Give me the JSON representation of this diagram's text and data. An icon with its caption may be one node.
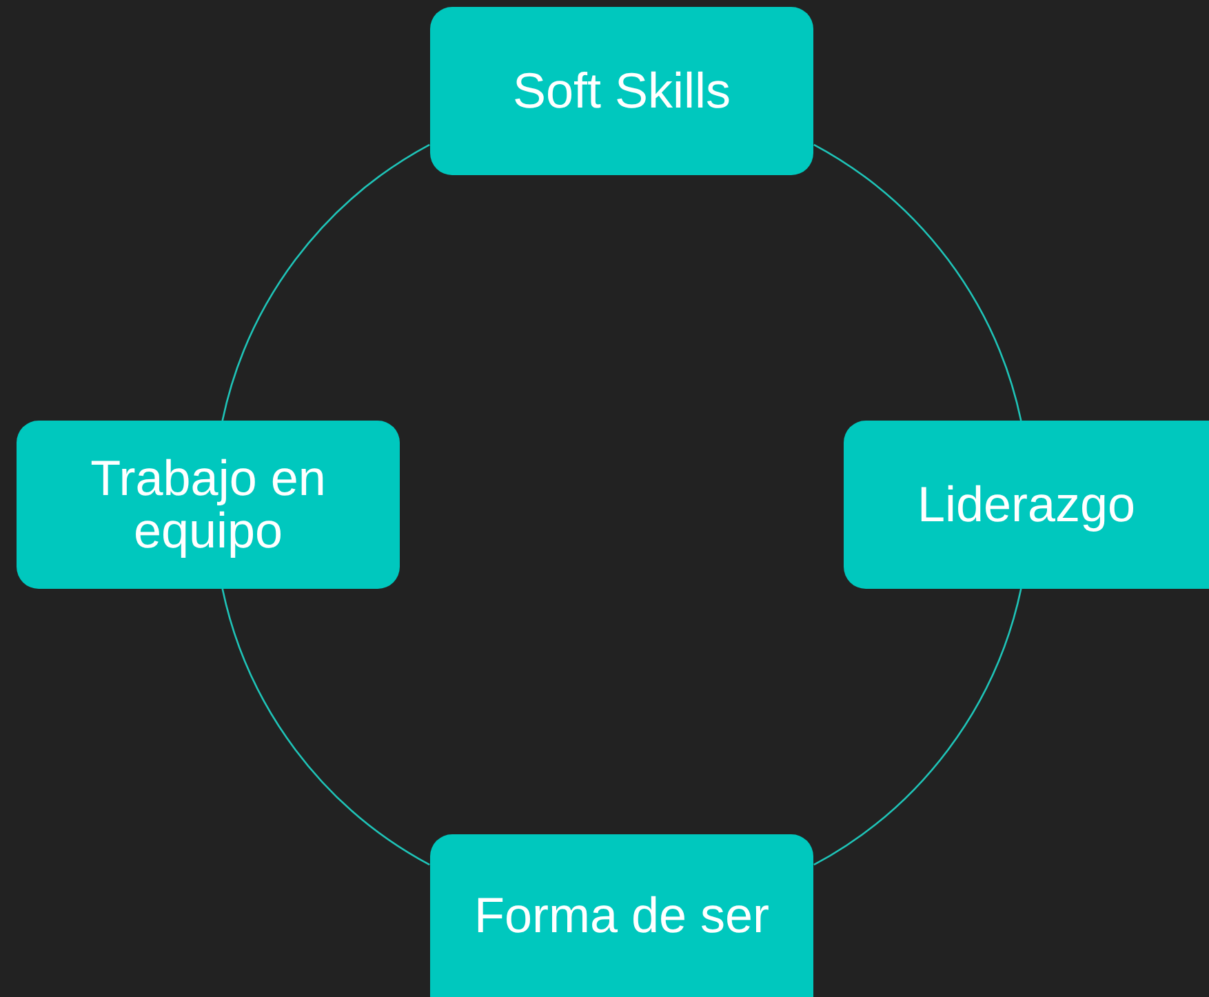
{
  "diagram": {
    "nodes": [
      {
        "text": [
          "Soft Skills"
        ]
      },
      {
        "text": [
          "Trabajo en equipo"
        ]
      },
      {
        "text": [
          "Liderazgo"
        ]
      },
      {
        "text": [
          "Forma de ser"
        ]
      }
    ],
    "edges": [
      {
        "from": 0,
        "to": 2,
        "arrow": "none"
      },
      {
        "from": 2,
        "to": 3,
        "arrow": "none"
      },
      {
        "from": 3,
        "to": 1,
        "arrow": "none"
      },
      {
        "from": 1,
        "to": 0,
        "arrow": "none"
      }
    ]
  }
}
